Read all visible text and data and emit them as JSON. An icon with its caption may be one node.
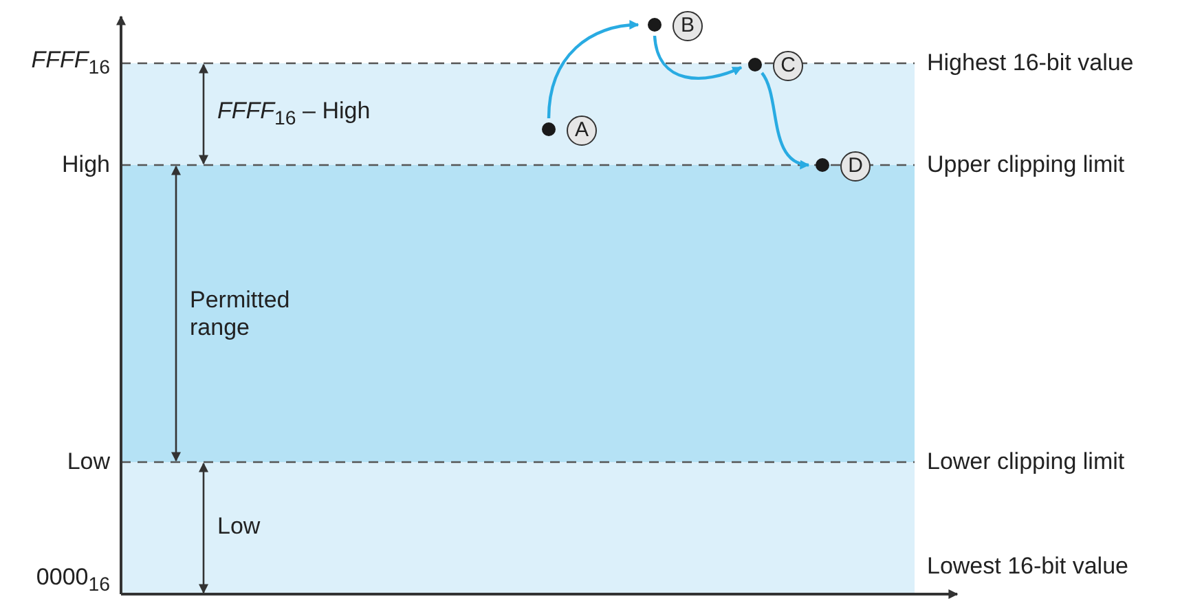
{
  "diagram": {
    "nodes": [
      {
        "text": [
          "A"
        ]
      },
      {
        "text": [
          "B"
        ]
      },
      {
        "text": [
          "C"
        ]
      },
      {
        "text": [
          "D"
        ]
      }
    ],
    "edges": [
      {
        "from": 0,
        "to": 1,
        "arrow": "to"
      },
      {
        "from": 1,
        "to": 2,
        "arrow": "to"
      },
      {
        "from": 2,
        "to": 3,
        "arrow": "to"
      }
    ],
    "labels": [
      "*FFFF*$_{16}$",
      "*FFFF*$_{16}$ – High",
      "Highest 16-bit value",
      "High",
      "Upper clipping limit",
      "Permitted range",
      "Low",
      "Lower clipping limit",
      "Low",
      "0000$_{16}$",
      "Lowest 16-bit value"
    ]
  }
}
